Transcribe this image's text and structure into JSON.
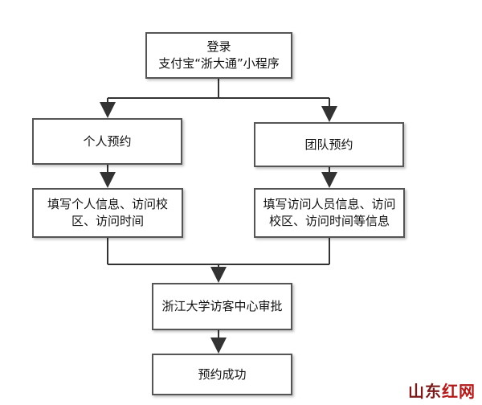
{
  "nodes": {
    "login": {
      "line1": "登录",
      "line2": "支付宝“浙大通”小程序"
    },
    "personal": "个人预约",
    "group": "团队预约",
    "personal_fill": "填写个人信息、访问校\n区、访问时间",
    "group_fill": "填写访问人员信息、访问\n校区、访问时间等信息",
    "approval": "浙江大学访客中心审批",
    "success": "预约成功"
  },
  "watermark": {
    "part1": "山东",
    "part2": "红网"
  }
}
